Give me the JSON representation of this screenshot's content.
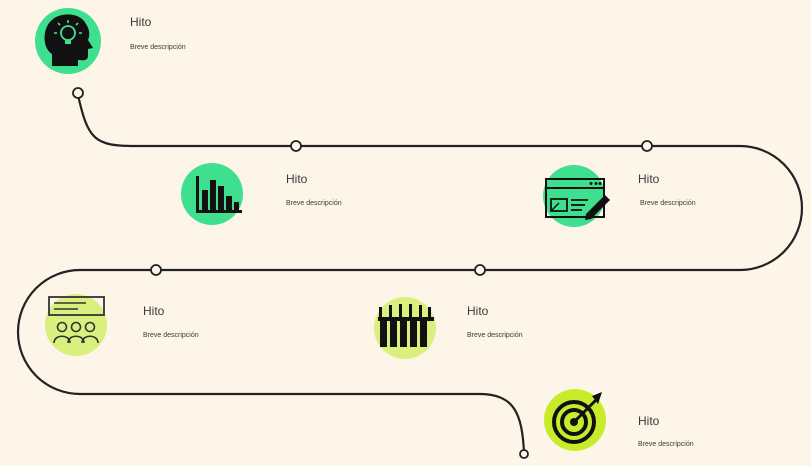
{
  "colors": {
    "background": "#fcf5e8",
    "path": "#222222",
    "green": "#3ee08f",
    "lime": "#d9ef7e",
    "yellow_green": "#c8ec2b",
    "icon_dark": "#111111"
  },
  "milestones": [
    {
      "title": "Hito",
      "description": "Breve descripción",
      "icon": "lightbulb-head-icon"
    },
    {
      "title": "Hito",
      "description": "Breve descripción",
      "icon": "bar-chart-icon"
    },
    {
      "title": "Hito",
      "description": "Breve descripción",
      "icon": "website-edit-icon"
    },
    {
      "title": "Hito",
      "description": "Breve descripción",
      "icon": "presentation-team-icon"
    },
    {
      "title": "Hito",
      "description": "Breve descripción",
      "icon": "raised-hands-crowd-icon"
    },
    {
      "title": "Hito",
      "description": "Breve descripción",
      "icon": "target-arrow-icon"
    }
  ]
}
